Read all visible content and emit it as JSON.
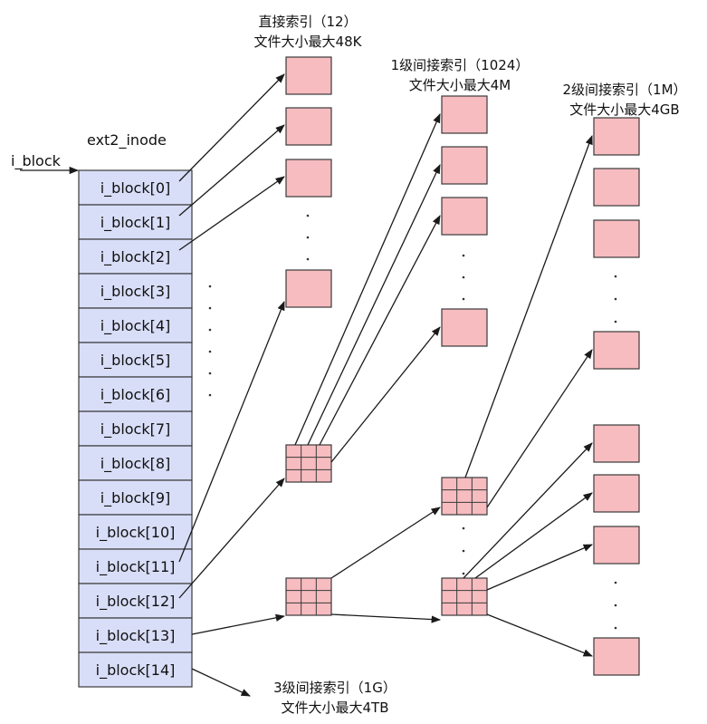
{
  "inode_title": "ext2_inode",
  "entry_label": "i_block",
  "slots": [
    "i_block[0]",
    "i_block[1]",
    "i_block[2]",
    "i_block[3]",
    "i_block[4]",
    "i_block[5]",
    "i_block[6]",
    "i_block[7]",
    "i_block[8]",
    "i_block[9]",
    "i_block[10]",
    "i_block[11]",
    "i_block[12]",
    "i_block[13]",
    "i_block[14]"
  ],
  "labels": {
    "direct": {
      "line1": "直接索引（12）",
      "line2": "文件大小最大48K"
    },
    "single": {
      "line1": "1级间接索引（1024）",
      "line2": "文件大小最大4M"
    },
    "double": {
      "line1": "2级间接索引（1M）",
      "line2": "文件大小最大4GB"
    },
    "triple": {
      "line1": "3级间接索引（1G）",
      "line2": "文件大小最大4TB"
    }
  },
  "colors": {
    "inode_cell": "#d9def8",
    "data_block": "#f7bcc0",
    "stroke": "#3a3a3a"
  }
}
